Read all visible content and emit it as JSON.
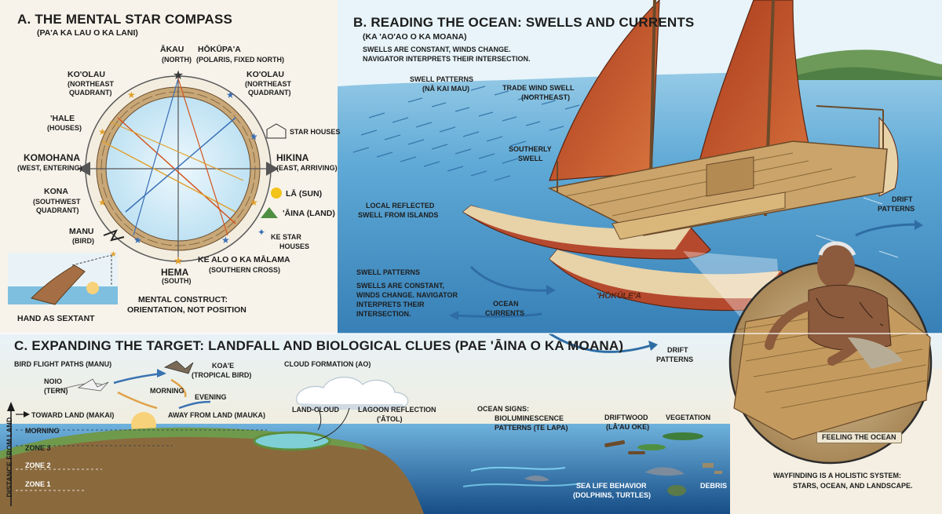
{
  "sectionA": {
    "title": "A. THE MENTAL STAR COMPASS",
    "subtitle": "(PA'A KA LAU O KA LANI)",
    "north": "ĀKAU",
    "north_sub": "(NORTH)",
    "polaris": "HŌKŪPA'A",
    "polaris_sub": "(POLARIS, FIXED NORTH)",
    "koolau_left": "KO'OLAU",
    "koolau_left_sub1": "(NORTHEAST",
    "koolau_left_sub2": "QUADRANT)",
    "koolau_right": "KO'OLAU",
    "koolau_right_sub1": "(NORTHEAST",
    "koolau_right_sub2": "QUADRANT)",
    "hale": "'HALE",
    "hale_sub": "(HOUSES)",
    "west": "KOMOHANA",
    "west_sub": "(WEST, ENTERING)",
    "east": "HIKINA",
    "east_sub": "(EAST, ARRIVING)",
    "kona": "KONA",
    "kona_sub1": "(SOUTHWEST",
    "kona_sub2": "QUADRANT)",
    "star_houses": "STAR HOUSES",
    "sun": "LĀ (SUN)",
    "land": "'ĀINA (LAND)",
    "manu": "MANU",
    "manu_sub": "(BIRD)",
    "ke_star1": "KE STAR",
    "ke_star2": "HOUSES",
    "south": "HEMA",
    "south_sub": "(SOUTH)",
    "southern_cross1": "KE ALO O KA MĀLAMA",
    "southern_cross2": "(SOUTHERN CROSS)",
    "hand": "HAND AS SEXTANT",
    "mental1": "MENTAL CONSTRUCT:",
    "mental2": "ORIENTATION, NOT POSITION"
  },
  "sectionB": {
    "title": "B. READING THE OCEAN: SWELLS AND CURRENTS",
    "subtitle": "(KA 'AO'AO O KA MOANA)",
    "intro1": "SWELLS ARE CONSTANT, WINDS CHANGE.",
    "intro2": "NAVIGATOR INTERPRETS THEIR INTERSECTION.",
    "swell_patterns": "SWELL PATTERNS",
    "swell_patterns_sub": "(NĀ KAI MAU)",
    "trade_wind": "TRADE WIND SWELL",
    "trade_wind_sub": "(NORTHEAST)",
    "southerly1": "SOUTHERLY",
    "southerly2": "SWELL",
    "local1": "LOCAL REFLECTED",
    "local2": "SWELL FROM ISLANDS",
    "drift_right1": "DRIFT",
    "drift_right2": "PATTERNS",
    "swell2_title": "SWELL PATTERNS",
    "swell2_line1": "SWELLS ARE CONSTANT,",
    "swell2_line2": "WINDS CHANGE. NAVIGATOR",
    "swell2_line3": "INTERPRETS THEIR",
    "swell2_line4": "INTERSECTION.",
    "currents1": "OCEAN",
    "currents2": "CURRENTS",
    "canoe_name": "'HŌKŪLE'A",
    "drift_lower1": "DRIFT",
    "drift_lower2": "PATTERNS",
    "feeling": "FEELING THE OCEAN"
  },
  "sectionC": {
    "title": "C. EXPANDING THE TARGET: LANDFALL AND BIOLOGICAL CLUES (PAE 'ĀINA O KA MOANA)",
    "bird_paths": "BIRD FLIGHT PATHS (MANU)",
    "noio1": "NOIO",
    "noio2": "(TERN)",
    "koae1": "KOA'E",
    "koae2": "(TROPICAL BIRD)",
    "morning1": "MORNING",
    "evening": "EVENING",
    "toward": "TOWARD LAND (MAKAI)",
    "away": "AWAY FROM LAND (MAUKA)",
    "cloud": "CLOUD FORMATION (AO)",
    "land_cloud": "LAND-CLOUD",
    "lagoon1": "LAGOON REFLECTION",
    "lagoon2": "('ĀTOL)",
    "axis": "DISTANCE FROM LAND",
    "morning2": "MORNING",
    "zone3": "ZONE 3",
    "zone2": "ZONE 2",
    "zone1": "ZONE 1",
    "ocean_signs": "OCEAN SIGNS:",
    "biolum1": "BIOLUMINESCENCE",
    "biolum2": "PATTERNS (TE LAPA)",
    "driftwood1": "DRIFTWOOD",
    "driftwood2": "(LĀ'AU OKE)",
    "vegetation": "VEGETATION",
    "sealife1": "SEA LIFE BEHAVIOR",
    "sealife2": "(DOLPHINS, TURTLES)",
    "debris": "DEBRIS",
    "holistic1": "WAYFINDING IS A HOLISTIC SYSTEM:",
    "holistic2": "STARS, OCEAN, AND LANDSCAPE."
  },
  "colors": {
    "paper": "#f7f3ea",
    "ocean": "#3f8fc2",
    "ocean_light": "#9fd0ea",
    "sail": "#c2552c",
    "hull": "#b5492e",
    "wood": "#caa46a",
    "land": "#8a6a3d",
    "star": "#f2c318"
  }
}
